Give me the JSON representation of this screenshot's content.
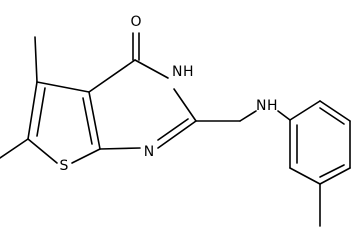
{
  "molecule": {
    "atoms": {
      "oxygen": "O",
      "ring_nh": "N",
      "ring_nh_h": "H",
      "ring_n": "N",
      "sulfur": "S",
      "amine_n": "N",
      "amine_h": "H"
    }
  }
}
